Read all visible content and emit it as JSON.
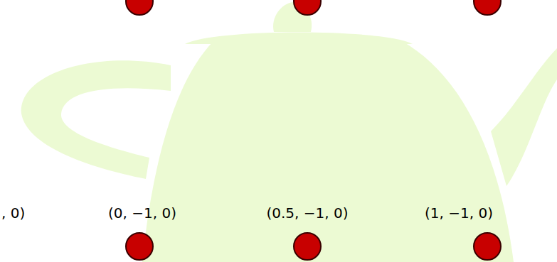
{
  "diagram": {
    "labels": [
      ", 0)",
      "(0, −1, 0)",
      "(0.5, −1, 0)",
      "(1, −1, 0)"
    ]
  }
}
